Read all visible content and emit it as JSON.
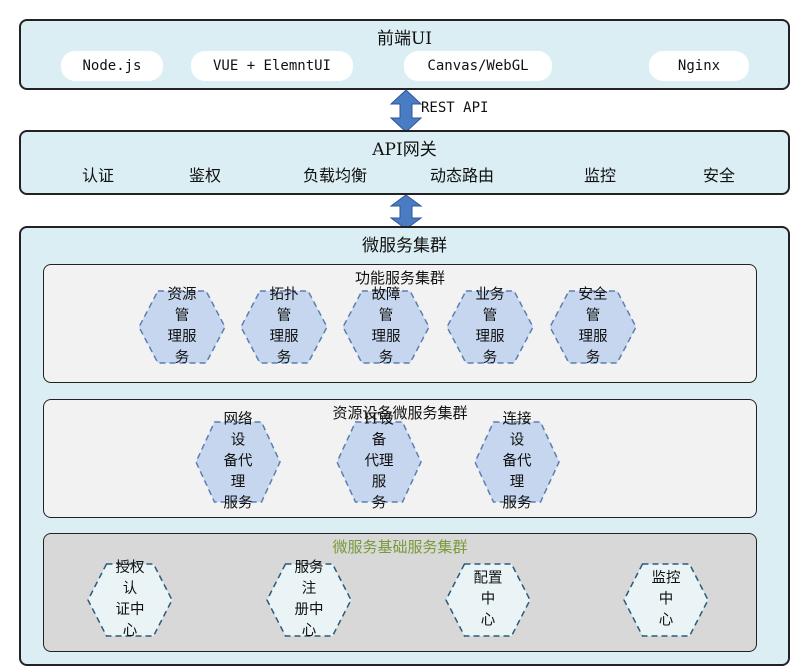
{
  "frontend": {
    "title": "前端UI",
    "items": [
      "Node.js",
      "VUE + ElemntUI",
      "Canvas/WebGL",
      "Nginx"
    ]
  },
  "rest_label": "REST API",
  "gateway": {
    "title": "API网关",
    "items": [
      "认证",
      "鉴权",
      "负载均衡",
      "动态路由",
      "监控",
      "安全"
    ]
  },
  "cluster": {
    "title": "微服务集群",
    "functional": {
      "title": "功能服务集群",
      "services": [
        [
          "资源管",
          "理服务"
        ],
        [
          "拓扑管",
          "理服务"
        ],
        [
          "故障管",
          "理服务"
        ],
        [
          "业务管",
          "理服务"
        ],
        [
          "安全管",
          "理服务"
        ]
      ]
    },
    "device": {
      "title": "资源设备微服务集群",
      "services": [
        [
          "网络设",
          "备代理",
          "服务"
        ],
        [
          "IT设备",
          "代理服",
          "务"
        ],
        [
          "连接设",
          "备代理",
          "服务"
        ]
      ]
    },
    "base": {
      "title": "微服务基础服务集群",
      "title_color": "#7a9a3a",
      "services": [
        [
          "授权认",
          "证中心"
        ],
        [
          "服务注",
          "册中心"
        ],
        [
          "配置中",
          "心"
        ],
        [
          "监控中",
          "心"
        ]
      ]
    }
  },
  "colors": {
    "panel_bg": "#dbeef4",
    "hex_fill": "#c6d6ee",
    "hex_border": "#5b7fb3",
    "base_hex_fill": "#eaf4f6",
    "base_hex_border": "#2a5a7a",
    "arrow_fill": "#4a7cc4"
  }
}
